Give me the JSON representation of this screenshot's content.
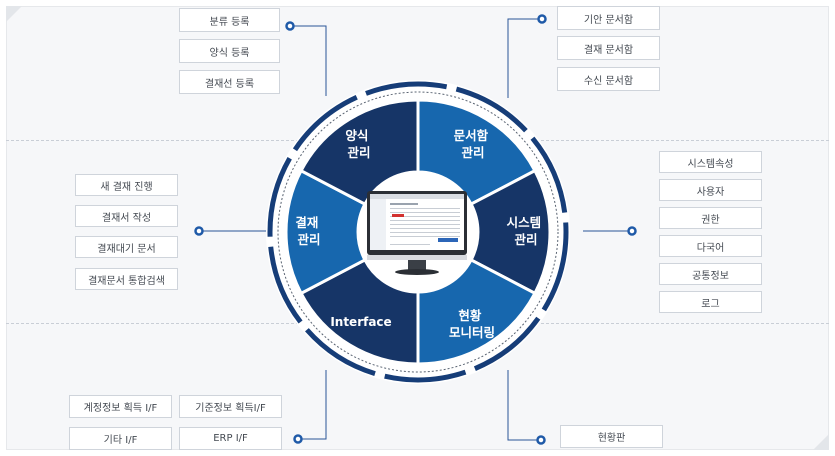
{
  "segments": {
    "yangsik": [
      "양식",
      "관리"
    ],
    "munseo": [
      "문서함",
      "관리"
    ],
    "system": [
      "시스템",
      "관리"
    ],
    "hyunhwang": [
      "현황",
      "모니터링"
    ],
    "interface": [
      "Interface"
    ],
    "gyeoljae": [
      "결재",
      "관리"
    ]
  },
  "groups": {
    "top_left": [
      "분류 등록",
      "양식 등록",
      "결재선 등록"
    ],
    "top_right": [
      "기안 문서함",
      "결재 문서함",
      "수신 문서함"
    ],
    "left": [
      "새 결재 진행",
      "결재서 작성",
      "결재대기 문서",
      "결재문서 통합검색"
    ],
    "right": [
      "시스템속성",
      "사용자",
      "권한",
      "다국어",
      "공통정보",
      "로그"
    ],
    "bottom_left": [
      "계정정보 획득 I/F",
      "기준정보 획득I/F",
      "기타 I/F",
      "ERP I/F"
    ],
    "bottom_right": [
      "현황판"
    ]
  },
  "colors": {
    "dark_navy": "#163567",
    "blue": "#1767ae",
    "ring": "#163d78",
    "connector": "#2a5598"
  }
}
